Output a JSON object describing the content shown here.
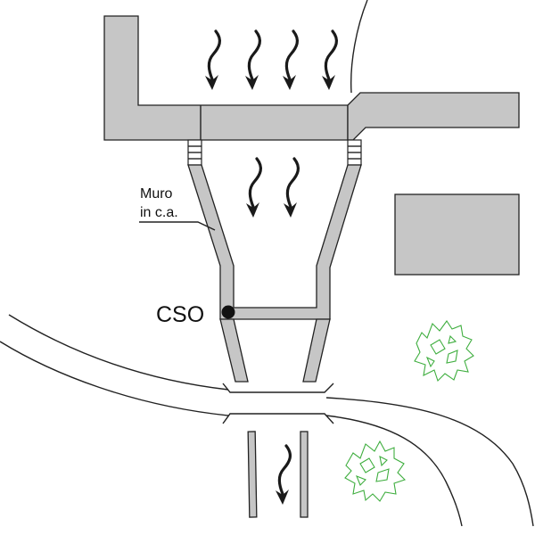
{
  "labels": {
    "wall_line1": "Muro",
    "wall_line2": "in c.a.",
    "cso": "CSO"
  },
  "colors": {
    "wall_fill": "#c6c6c6",
    "tree": "#3fae3f",
    "line": "#222222"
  }
}
